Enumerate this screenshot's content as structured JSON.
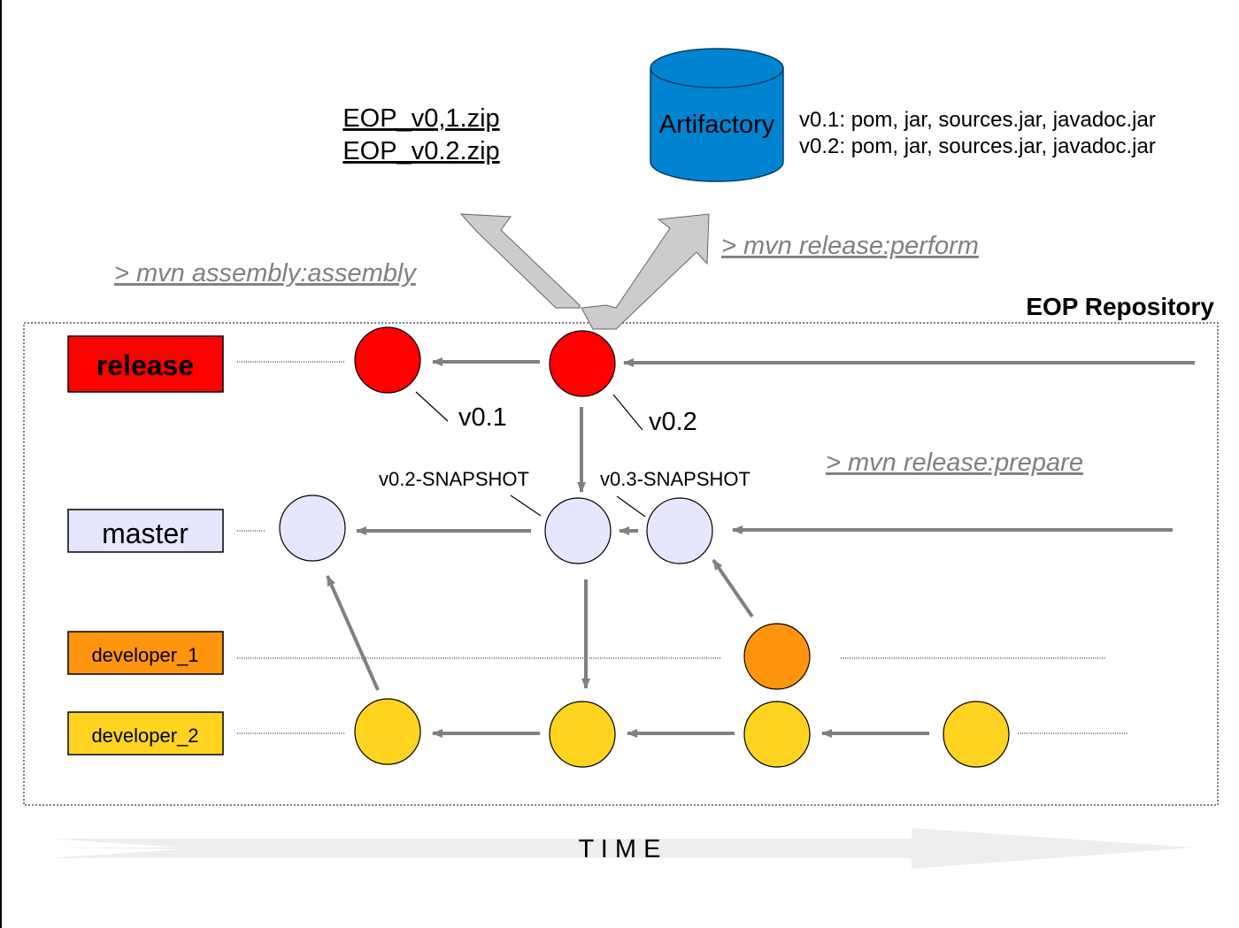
{
  "repository": {
    "title": "EOP Repository"
  },
  "artifacts": {
    "zip_files": [
      "EOP_v0,1.zip",
      "EOP_v0.2.zip"
    ],
    "artifactory_label": "Artifactory",
    "artifactory_contents": [
      "v0.1: pom, jar, sources.jar, javadoc.jar",
      "v0.2: pom, jar, sources.jar, javadoc.jar"
    ]
  },
  "commands": {
    "assembly": "> mvn assembly:assembly",
    "perform": "> mvn release:perform",
    "prepare": "> mvn release:prepare"
  },
  "branches": {
    "release": "release",
    "master": "master",
    "developer_1": "developer_1",
    "developer_2": "developer_2"
  },
  "tags": {
    "v01": "v0.1",
    "v02": "v0.2",
    "snapshot_02": "v0.2-SNAPSHOT",
    "snapshot_03": "v0.3-SNAPSHOT"
  },
  "time_label": "T I M E",
  "colors": {
    "release": "#ff0000",
    "master": "#e6e6ff",
    "developer_1": "#ff950e",
    "developer_2": "#ffd320",
    "artifactory": "#0084d1",
    "arrow": "#808080",
    "big_arrow": "#cccccc"
  }
}
